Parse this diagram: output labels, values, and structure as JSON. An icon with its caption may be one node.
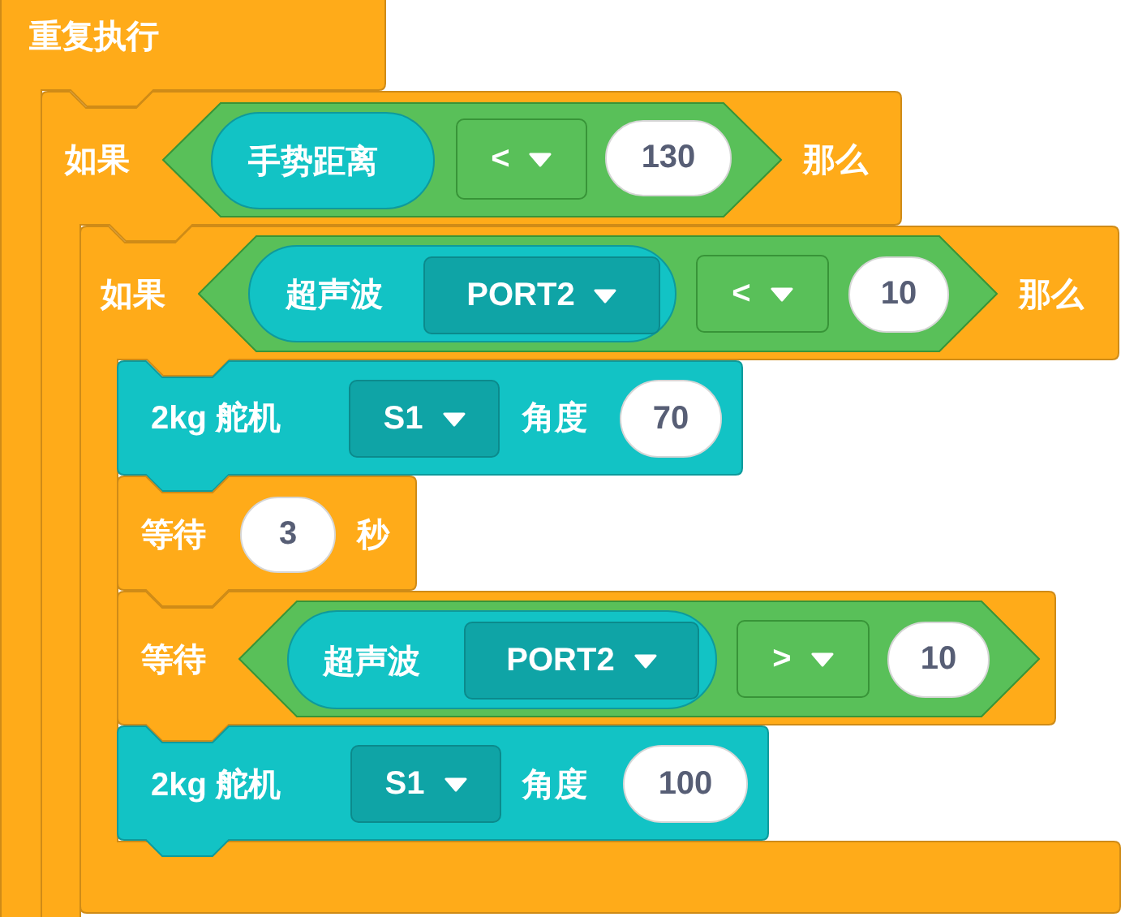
{
  "diagram": {
    "nodes": [
      {
        "text": [
          "重复执行"
        ]
      },
      {
        "text": [
          "如果",
          "那么"
        ]
      },
      {
        "text": [],
        "shape": "hexagon",
        "in": 1
      },
      {
        "text": [
          "手势距离"
        ],
        "in": 2
      },
      {
        "text": [
          "<"
        ],
        "in": 2
      },
      {
        "text": [
          "130"
        ],
        "in": 2
      },
      {
        "text": [
          "如果",
          "那么"
        ]
      },
      {
        "text": [],
        "shape": "hexagon",
        "in": 6
      },
      {
        "text": [
          "超声波"
        ],
        "in": 7
      },
      {
        "text": [
          "PORT2"
        ],
        "in": 8
      },
      {
        "text": [
          "<"
        ],
        "in": 7
      },
      {
        "text": [
          "10"
        ],
        "in": 7
      },
      {
        "text": [
          "2kg 舵机",
          "角度"
        ],
        "in": 6
      },
      {
        "text": [
          "S1"
        ],
        "in": 12
      },
      {
        "text": [
          "70"
        ],
        "in": 12
      },
      {
        "text": [
          "等待",
          "秒"
        ],
        "in": 6
      },
      {
        "text": [
          "3"
        ],
        "in": 15
      },
      {
        "text": [
          "等待"
        ],
        "in": 6
      },
      {
        "text": [],
        "shape": "hexagon",
        "in": 17
      },
      {
        "text": [
          "超声波"
        ],
        "in": 18
      },
      {
        "text": [
          "PORT2"
        ],
        "in": 19
      },
      {
        "text": [
          ">"
        ],
        "in": 18
      },
      {
        "text": [
          "10"
        ],
        "in": 18
      },
      {
        "text": [
          "2kg 舵机",
          "角度"
        ],
        "in": 6
      },
      {
        "text": [
          "S1"
        ],
        "in": 23
      },
      {
        "text": [
          "100"
        ],
        "in": 23
      }
    ]
  }
}
